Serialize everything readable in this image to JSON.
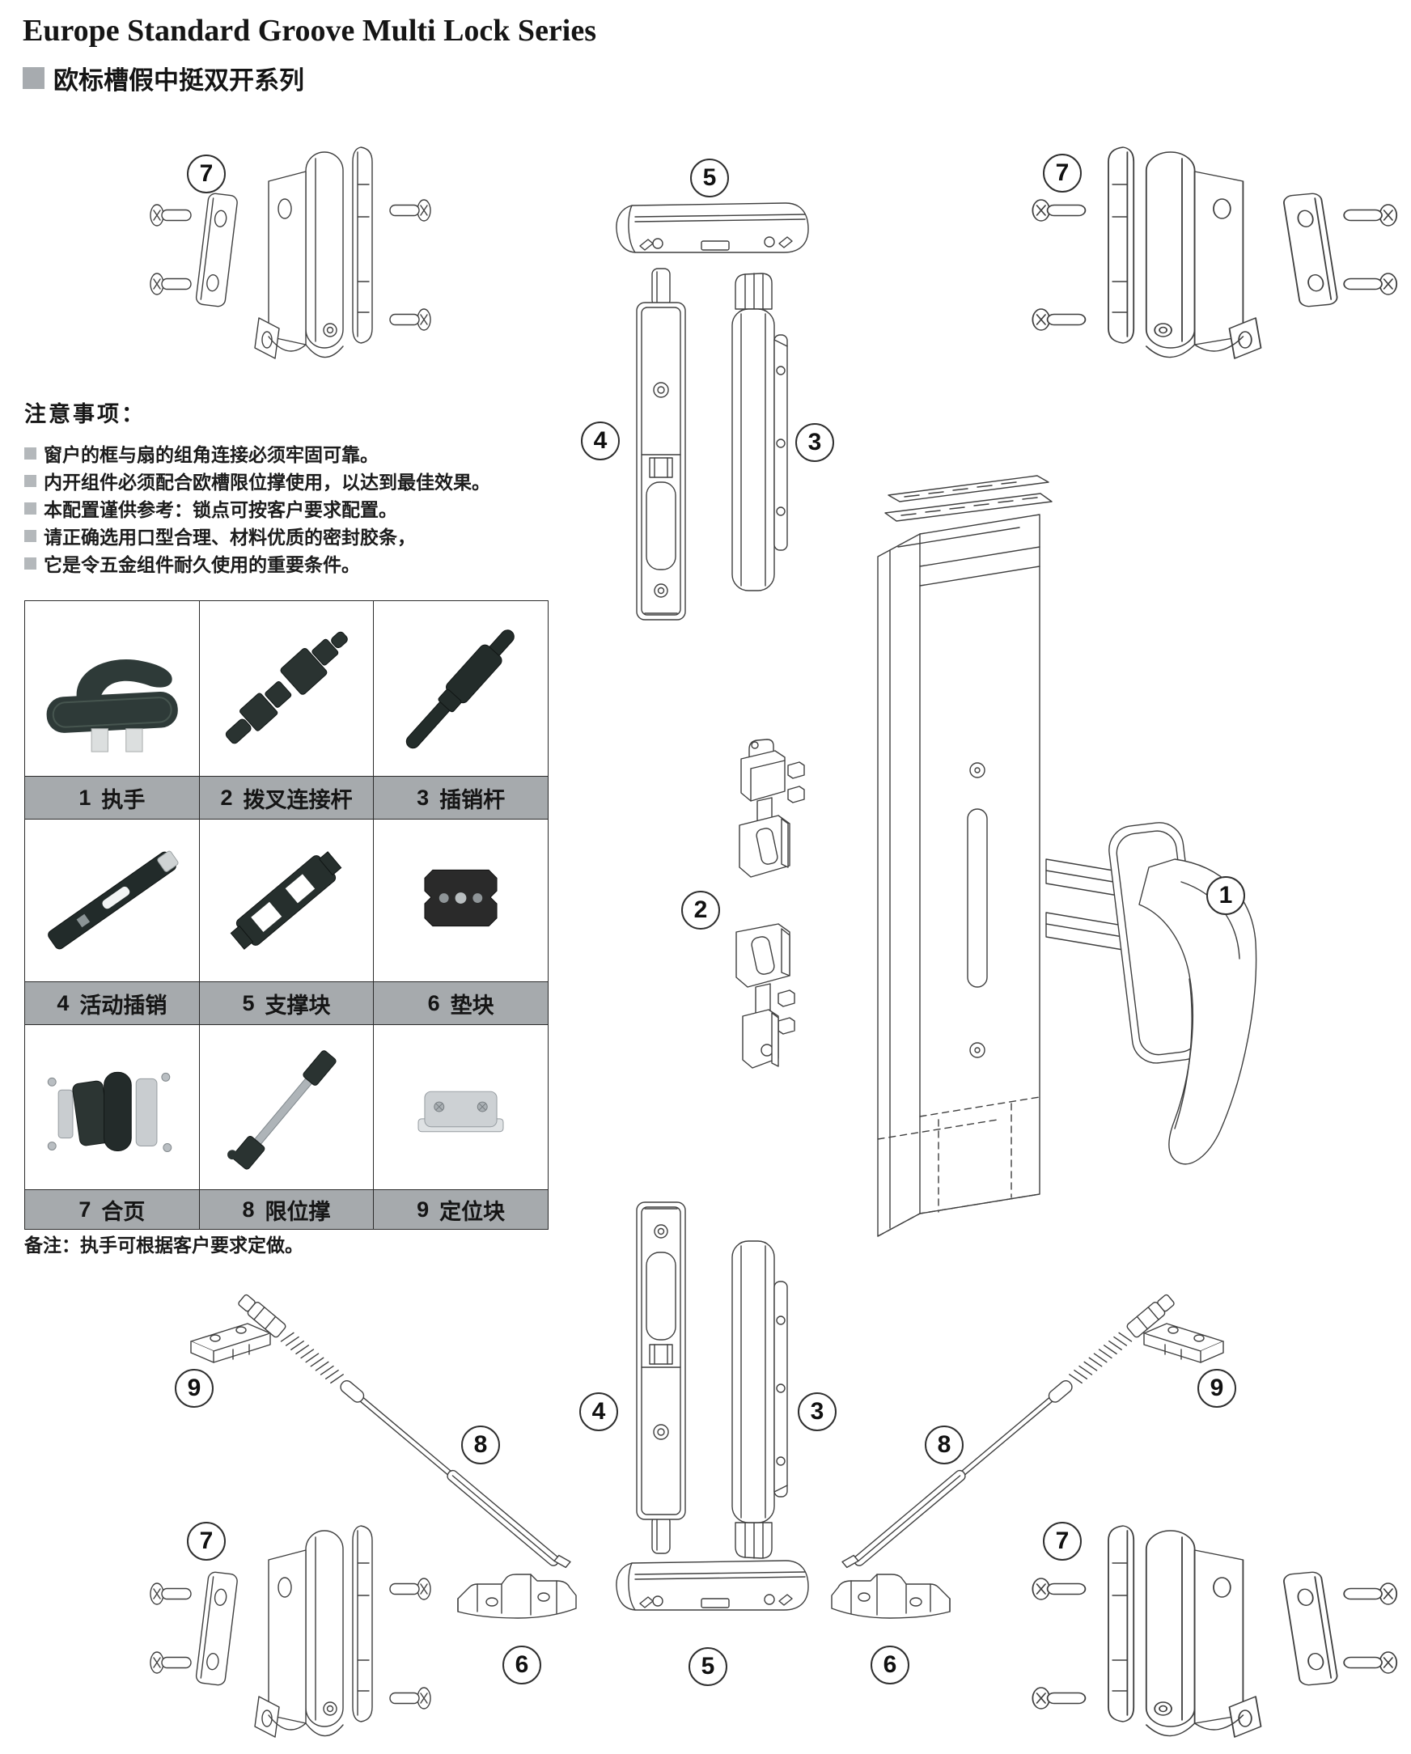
{
  "header": {
    "title_en": "Europe Standard Groove Multi Lock Series",
    "title_cn": "欧标槽假中挺双开系列"
  },
  "notes": {
    "heading": "注意事项：",
    "items": [
      "窗户的框与扇的组角连接必须牢固可靠。",
      "内开组件必须配合欧槽限位撑使用，以达到最佳效果。",
      "本配置谨供参考：锁点可按客户要求配置。",
      "请正确选用口型合理、材料优质的密封胶条，",
      "它是令五金组件耐久使用的重要条件。"
    ]
  },
  "table": {
    "cells": [
      {
        "num": "1",
        "name": "执手"
      },
      {
        "num": "2",
        "name": "拨叉连接杆"
      },
      {
        "num": "3",
        "name": "插销杆"
      },
      {
        "num": "4",
        "name": "活动插销"
      },
      {
        "num": "5",
        "name": "支撑块"
      },
      {
        "num": "6",
        "name": "垫块"
      },
      {
        "num": "7",
        "name": "合页"
      },
      {
        "num": "8",
        "name": "限位撑"
      },
      {
        "num": "9",
        "name": "定位块"
      }
    ]
  },
  "remark": "备注：执手可根据客户要求定做。",
  "callouts": [
    {
      "label": "7"
    },
    {
      "label": "5"
    },
    {
      "label": "7"
    },
    {
      "label": "4"
    },
    {
      "label": "3"
    },
    {
      "label": "2"
    },
    {
      "label": "1"
    },
    {
      "label": "9"
    },
    {
      "label": "8"
    },
    {
      "label": "8"
    },
    {
      "label": "9"
    },
    {
      "label": "4"
    },
    {
      "label": "3"
    },
    {
      "label": "7"
    },
    {
      "label": "7"
    },
    {
      "label": "6"
    },
    {
      "label": "5"
    },
    {
      "label": "6"
    }
  ]
}
